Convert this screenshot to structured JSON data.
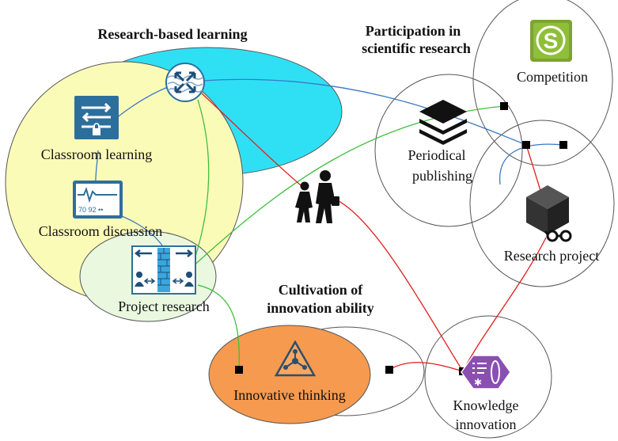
{
  "headings": {
    "research_based_learning": "Research-based learning",
    "participation_line1": "Participation in",
    "participation_line2": "scientific research",
    "cultivation_line1": "Cultivation of",
    "cultivation_line2": "innovation ability"
  },
  "nodes": {
    "classroom_learning": "Classroom learning",
    "classroom_discussion": "Classroom discussion",
    "project_research": "Project research",
    "competition": "Competition",
    "periodical_line1": "Periodical",
    "periodical_line2": "publishing",
    "research_project": "Research project",
    "innovative_thinking": "Innovative thinking",
    "knowledge_line1": "Knowledge",
    "knowledge_line2": "innovation"
  },
  "monitor_readout": "70 92 ••",
  "icons": [
    "router-icon",
    "switch-icon",
    "monitor-icon",
    "firewall-icon",
    "stack-icon",
    "pedestrians-icon",
    "cube-glasses-icon",
    "network-triangle-icon",
    "hexagon-icon",
    "s-badge-icon"
  ],
  "colors": {
    "research_ellipse": "#2fe0f5",
    "classroom_ellipse": "#fbfbb8",
    "project_ellipse": "#e9f8df",
    "innovative_ellipse": "#f59a4f",
    "blue_link": "#3b78c5",
    "red_link": "#e11d1d",
    "green_link": "#3fbf3f",
    "icon_blue": "#2d6f9c",
    "hex_purple": "#8a4fb0"
  }
}
